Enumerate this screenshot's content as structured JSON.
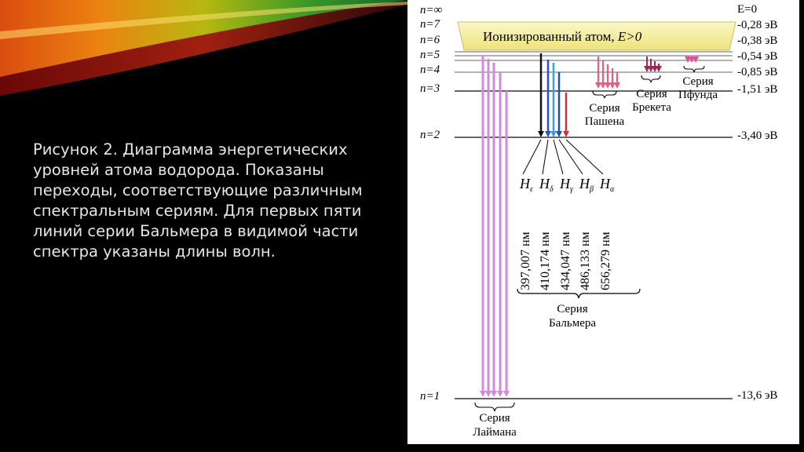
{
  "caption": "Рисунок 2. Диаграмма энергетических уровней атома водорода. Показаны переходы, соответствующие различным спектральным сериям. Для первых пяти линий серии Бальмера в видимой части спектра указаны длины волн.",
  "ionized_label": "Ионизированный атом, ",
  "ionized_condition": "E>0",
  "levels": [
    {
      "n_label": "n=∞",
      "energy": "E=0"
    },
    {
      "n_label": "n=7",
      "energy": "-0,28 эВ"
    },
    {
      "n_label": "n=6",
      "energy": "-0,38 эВ"
    },
    {
      "n_label": "n=5",
      "energy": "-0,54 эВ"
    },
    {
      "n_label": "n=4",
      "energy": "-0,85 эВ"
    },
    {
      "n_label": "n=3",
      "energy": "-1,51 эВ"
    },
    {
      "n_label": "n=2",
      "energy": "-3,40 эВ"
    },
    {
      "n_label": "n=1",
      "energy": "-13,6 эВ"
    }
  ],
  "balmer_lines": [
    {
      "symbol": "H",
      "sub": "ε",
      "wavelength": "397,007 нм"
    },
    {
      "symbol": "H",
      "sub": "δ",
      "wavelength": "410,174 нм"
    },
    {
      "symbol": "H",
      "sub": "γ",
      "wavelength": "434,047 нм"
    },
    {
      "symbol": "H",
      "sub": "β",
      "wavelength": "486,133 нм"
    },
    {
      "symbol": "H",
      "sub": "α",
      "wavelength": "656,279 нм"
    }
  ],
  "series": {
    "lyman": [
      "Серия",
      "Лаймана"
    ],
    "balmer": [
      "Серия",
      "Бальмера"
    ],
    "paschen": [
      "Серия",
      "Пашена"
    ],
    "brackett": [
      "Серия",
      "Брекета"
    ],
    "pfund": [
      "Серия",
      "Пфунда"
    ]
  },
  "colors": {
    "background": "#000000",
    "caption_text": "#e6e6e6",
    "ionized_box": "#f4ee9c",
    "lyman": "#d48ad8",
    "paschen": "#e0607e",
    "brackett": "#9a2a55",
    "pfund": "#e0509a",
    "balmer": [
      "#111111",
      "#2a4fd0",
      "#3aa0e0",
      "#2050c0",
      "#d0303a"
    ]
  }
}
